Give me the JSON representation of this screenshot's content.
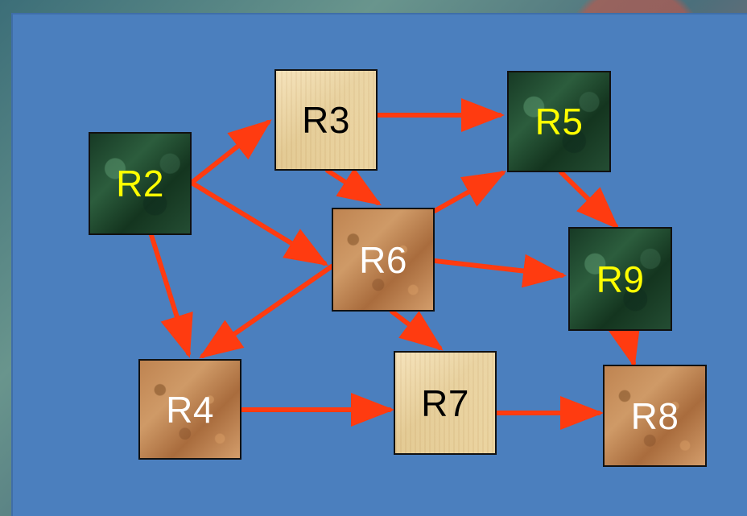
{
  "colors": {
    "panel_background": "#4b7fbe",
    "edge": "#ff3b10",
    "dark_label": "#ffff00"
  },
  "nodes": [
    {
      "id": "R2",
      "label": "R2",
      "style": "dark"
    },
    {
      "id": "R3",
      "label": "R3",
      "style": "paper"
    },
    {
      "id": "R4",
      "label": "R4",
      "style": "sand"
    },
    {
      "id": "R5",
      "label": "R5",
      "style": "dark"
    },
    {
      "id": "R6",
      "label": "R6",
      "style": "sand"
    },
    {
      "id": "R7",
      "label": "R7",
      "style": "paper"
    },
    {
      "id": "R8",
      "label": "R8",
      "style": "sand"
    },
    {
      "id": "R9",
      "label": "R9",
      "style": "dark"
    }
  ],
  "edges": [
    {
      "from": "R2",
      "to": "R3"
    },
    {
      "from": "R2",
      "to": "R6"
    },
    {
      "from": "R2",
      "to": "R4"
    },
    {
      "from": "R3",
      "to": "R5"
    },
    {
      "from": "R3",
      "to": "R6"
    },
    {
      "from": "R6",
      "to": "R5"
    },
    {
      "from": "R6",
      "to": "R9"
    },
    {
      "from": "R6",
      "to": "R4"
    },
    {
      "from": "R6",
      "to": "R7"
    },
    {
      "from": "R5",
      "to": "R9"
    },
    {
      "from": "R9",
      "to": "R8"
    },
    {
      "from": "R4",
      "to": "R7"
    },
    {
      "from": "R7",
      "to": "R8"
    }
  ]
}
